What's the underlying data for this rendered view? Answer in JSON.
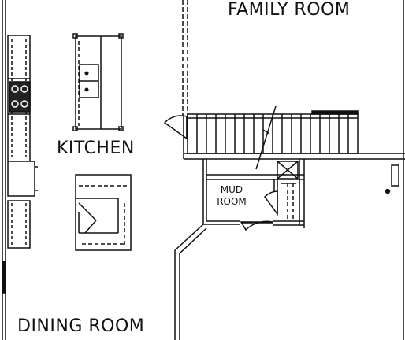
{
  "rooms": {
    "family_room": "FAMILY ROOM",
    "kitchen": "KITCHEN",
    "mud_room_line1": "MUD",
    "mud_room_line2": "ROOM",
    "dining_room": "DINING ROOM"
  },
  "colors": {
    "wall": "#111111",
    "background": "#ffffff",
    "stove": "#222222"
  }
}
